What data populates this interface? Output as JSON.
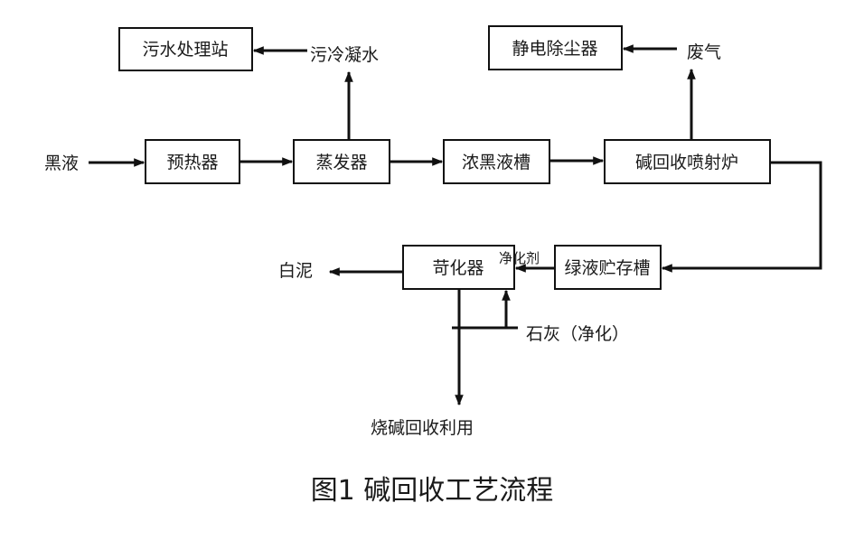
{
  "diagram": {
    "caption": "图1  碱回收工艺流程",
    "nodes": {
      "sewage_station": "污水处理站",
      "preheater": "预热器",
      "evaporator": "蒸发器",
      "strong_black_liquor_tank": "浓黑液槽",
      "recovery_furnace": "碱回收喷射炉",
      "electrostatic_precipitator": "静电除尘器",
      "green_liquor_tank": "绿液贮存槽",
      "causticizer": "苛化器"
    },
    "labels": {
      "black_liquor": "黑液",
      "foul_condensate": "污冷凝水",
      "waste_gas": "废气",
      "purifying_agent": "净化剂",
      "white_mud": "白泥",
      "lime": "石灰（净化）",
      "caustic_recovery": "烧碱回收利用"
    },
    "edges": [
      {
        "from": "黑液",
        "to": "预热器"
      },
      {
        "from": "预热器",
        "to": "蒸发器"
      },
      {
        "from": "蒸发器",
        "to": "污冷凝水"
      },
      {
        "from": "污冷凝水",
        "to": "污水处理站"
      },
      {
        "from": "蒸发器",
        "to": "浓黑液槽"
      },
      {
        "from": "浓黑液槽",
        "to": "碱回收喷射炉"
      },
      {
        "from": "碱回收喷射炉",
        "to": "废气"
      },
      {
        "from": "废气",
        "to": "静电除尘器"
      },
      {
        "from": "碱回收喷射炉",
        "to": "绿液贮存槽"
      },
      {
        "from": "绿液贮存槽",
        "to": "苛化器",
        "label": "净化剂"
      },
      {
        "from": "石灰（净化）",
        "to": "苛化器"
      },
      {
        "from": "苛化器",
        "to": "白泥"
      },
      {
        "from": "苛化器",
        "to": "烧碱回收利用"
      }
    ]
  }
}
